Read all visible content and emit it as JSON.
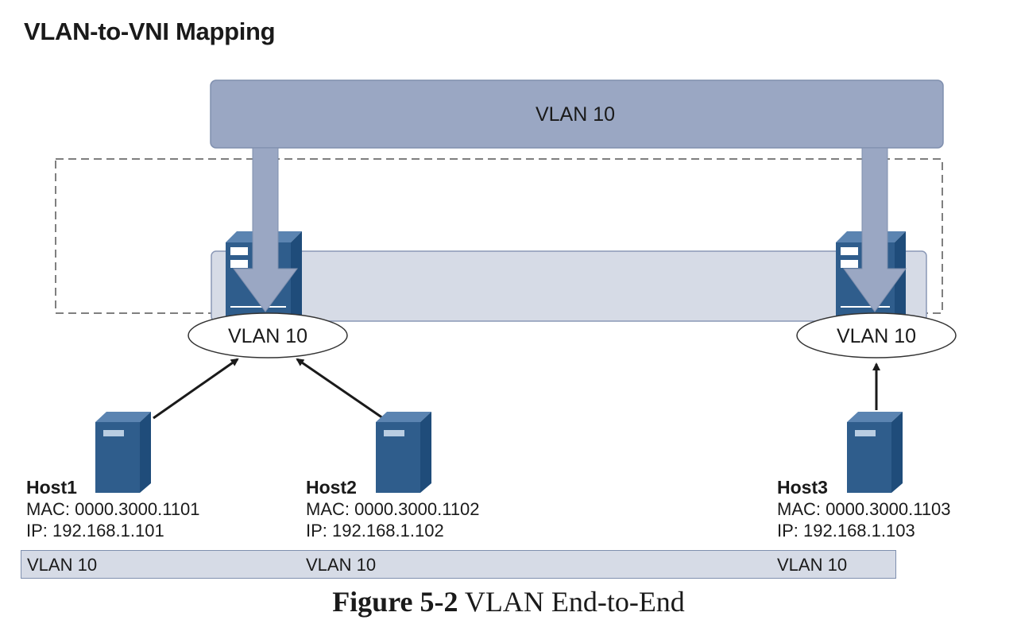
{
  "title": "VLAN-to-VNI Mapping",
  "top_banner": {
    "label": "VLAN 10"
  },
  "switches": [
    {
      "vlan_label": "VLAN 10"
    },
    {
      "vlan_label": "VLAN 10"
    }
  ],
  "hosts": [
    {
      "name": "Host1",
      "mac": "MAC: 0000.3000.1101",
      "ip": "IP: 192.168.1.101",
      "vlan": "VLAN 10"
    },
    {
      "name": "Host2",
      "mac": "MAC: 0000.3000.1102",
      "ip": "IP: 192.168.1.102",
      "vlan": "VLAN 10"
    },
    {
      "name": "Host3",
      "mac": "MAC: 0000.3000.1103",
      "ip": "IP: 192.168.1.103",
      "vlan": "VLAN 10"
    }
  ],
  "caption": {
    "number": "Figure 5-2",
    "text": "VLAN End-to-End"
  },
  "colors": {
    "banner": "#9aa7c3",
    "server": "#2f5d8c",
    "band": "#d6dbe6"
  }
}
